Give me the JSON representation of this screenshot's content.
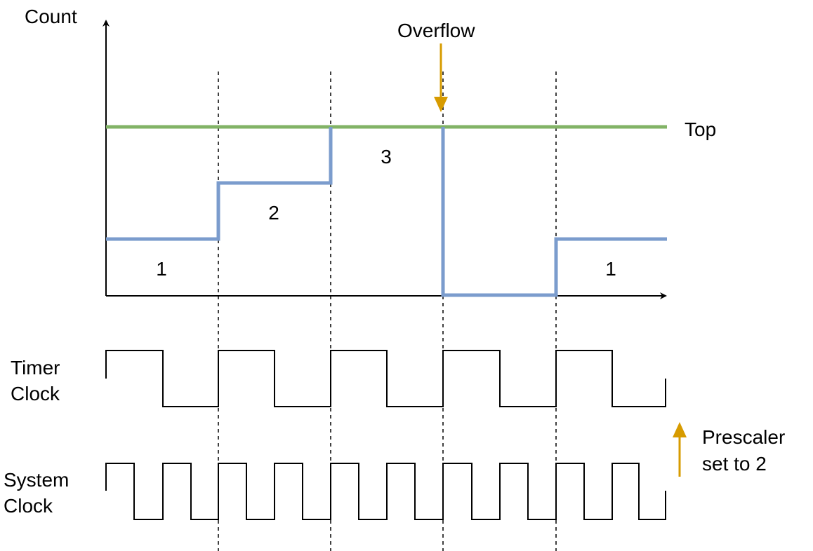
{
  "labels": {
    "y_axis": "Count",
    "overflow": "Overflow",
    "top": "Top",
    "timer_clock": [
      "Timer",
      "Clock"
    ],
    "system_clock": [
      "System",
      "Clock"
    ],
    "prescaler": [
      "Prescaler",
      "set to 2"
    ]
  },
  "count_labels": [
    "1",
    "2",
    "3",
    "1"
  ],
  "colors": {
    "count_line": "#7b9ccd",
    "top_line": "#82b366",
    "arrow_accent": "#d79b00",
    "ink": "#000000"
  },
  "prescaler": 2,
  "count_steps": [
    1,
    2,
    3,
    0,
    1
  ],
  "top_value": 3
}
